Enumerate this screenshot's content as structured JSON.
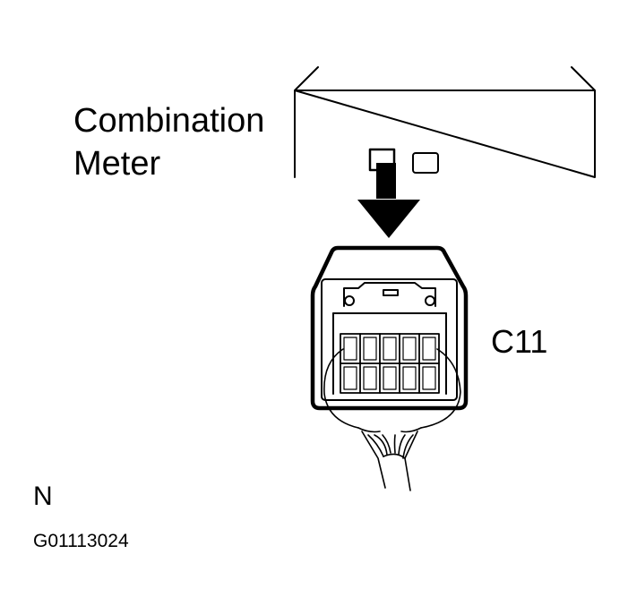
{
  "component": {
    "name_line1": "Combination",
    "name_line2": "Meter"
  },
  "connector": {
    "label": "C11"
  },
  "view_indicator": "N",
  "figure_code": "G01113024",
  "colors": {
    "ink": "#000000",
    "background": "#ffffff"
  }
}
